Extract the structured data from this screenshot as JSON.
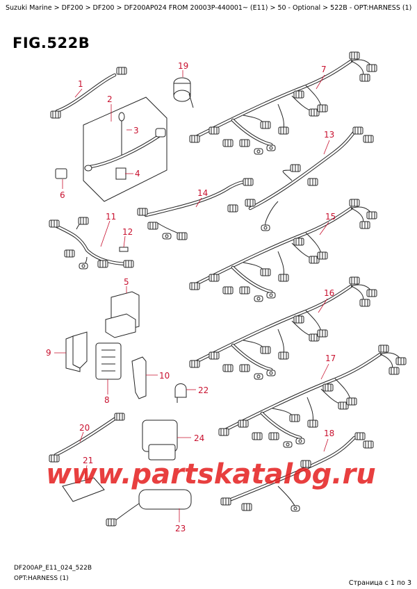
{
  "breadcrumb": "Suzuki Marine > DF200 > DF200 > DF200AP024 FROM 20003P-440001~ (E11) > 50 - Optional > 522B - OPT:HARNESS (1)",
  "figure_title": "FIG.522B",
  "callouts": [
    "1",
    "2",
    "3",
    "4",
    "5",
    "6",
    "7",
    "8",
    "9",
    "10",
    "11",
    "12",
    "13",
    "14",
    "15",
    "16",
    "17",
    "18",
    "19",
    "20",
    "21",
    "22",
    "23",
    "24"
  ],
  "watermark": "www.partskatalog.ru",
  "footer": {
    "drawing_code": "DF200AP_E11_024_522B",
    "drawing_name": "OPT:HARNESS (1)",
    "pager": "Страница с 1 по 3"
  },
  "colors": {
    "callout": "#c8102e",
    "watermark": "#e41e1e",
    "line": "#222222"
  }
}
